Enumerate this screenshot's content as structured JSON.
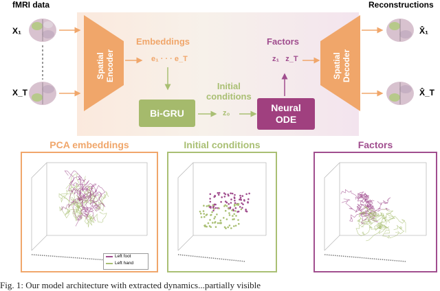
{
  "colors": {
    "orange": "#f0a66a",
    "green": "#a9bf73",
    "purple": "#a04d8e",
    "green_box": "#a5ba6c",
    "purple_box": "#a0407f",
    "foot_line": "#a04d8e",
    "hand_line": "#a9bf73"
  },
  "top": {
    "fmri_title": "fMRI data",
    "recon_title": "Reconstructions",
    "x1": "X₁",
    "xT": "X_T",
    "x1_hat": "X̂₁",
    "xT_hat": "X̂_T",
    "encoder_label_1": "Spatial",
    "encoder_label_2": "Encoder",
    "decoder_label_1": "Spatial",
    "decoder_label_2": "Decoder",
    "embeddings_title": "Embeddings",
    "embeddings_seq": "e₁ · · · e_T",
    "factors_title": "Factors",
    "factors_seq": "z₁   z_T",
    "initial_label_1": "Initial",
    "initial_label_2": "conditions",
    "bigru": "Bi-GRU",
    "z0": "z₀",
    "ode_1": "Neural",
    "ode_2": "ODE"
  },
  "panels": [
    {
      "title": "PCA embeddings"
    },
    {
      "title": "Initial conditions"
    },
    {
      "title": "Factors"
    }
  ],
  "legend": {
    "foot": "Left foot",
    "hand": "Left hand"
  },
  "caption": "Fig. 1: Our model architecture with extracted dynamics...partially visible"
}
